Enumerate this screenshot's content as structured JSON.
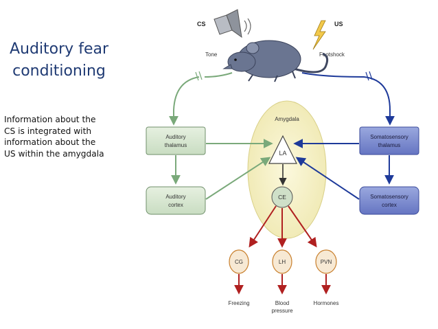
{
  "slide": {
    "title_lines": [
      "Auditory fear",
      "conditioning"
    ],
    "caption_lines": [
      "Information about the",
      "CS is integrated with",
      "information about the",
      "US within the amygdala"
    ]
  },
  "diagram": {
    "stimuli": {
      "cs_label": "CS",
      "cs_name": "Tone",
      "us_label": "US",
      "us_name": "Footshock"
    },
    "amygdala_label": "Amygdala",
    "nodes": {
      "auditory_thalamus": [
        "Auditory",
        "thalamus"
      ],
      "auditory_cortex": [
        "Auditory",
        "cortex"
      ],
      "somatosensory_thalamus": [
        "Somatosensory",
        "thalamus"
      ],
      "somatosensory_cortex": [
        "Somatosensory",
        "cortex"
      ],
      "la": "LA",
      "ce": "CE",
      "cg": "CG",
      "lh": "LH",
      "pvn": "PVN"
    },
    "outputs": {
      "freezing": [
        "Freezing"
      ],
      "blood_pressure": [
        "Blood",
        "pressure"
      ],
      "hormones": [
        "Hormones"
      ]
    },
    "colors": {
      "auditory_path": "#7aa97a",
      "somatosensory_path": "#1e3a9a",
      "output_path": "#b02020",
      "amygdala_fill": "#f5f0c4",
      "auditory_box": "#d9e9d3",
      "somatosensory_box": "#7f8fd0"
    }
  }
}
